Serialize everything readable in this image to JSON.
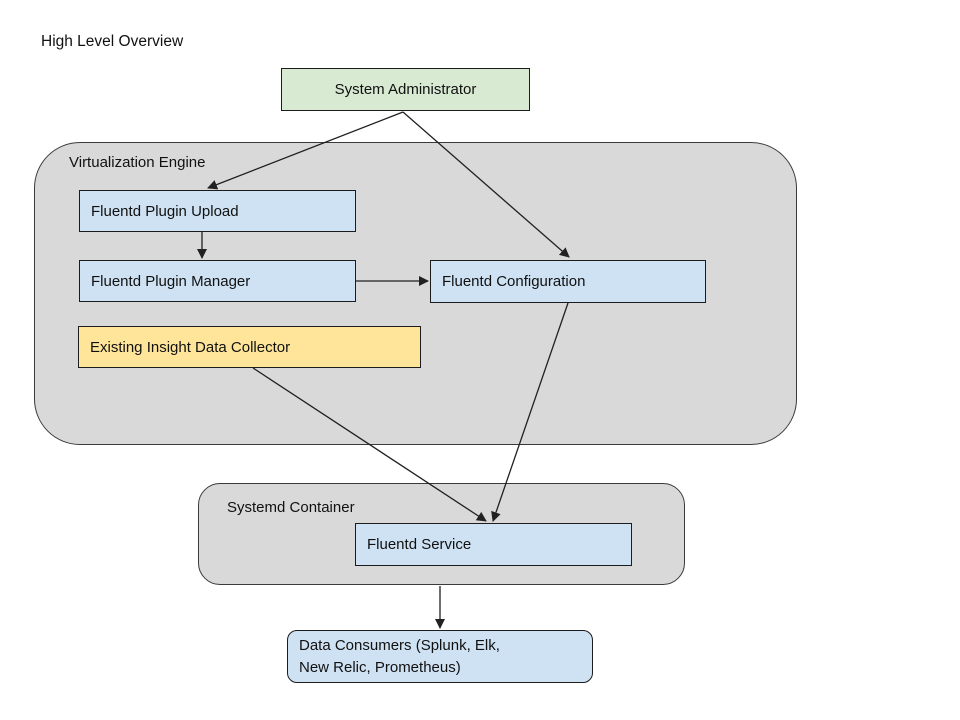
{
  "page": {
    "title": "High Level Overview",
    "background_color": "#ffffff"
  },
  "diagram": {
    "containers": {
      "virtualization_engine": {
        "label": "Virtualization Engine",
        "fill": "#d9d9d9"
      },
      "systemd_container": {
        "label": "Systemd Container",
        "fill": "#d9d9d9"
      }
    },
    "nodes": {
      "system_administrator": {
        "label": "System Administrator",
        "fill": "#d9ead3"
      },
      "fluentd_plugin_upload": {
        "label": "Fluentd Plugin Upload",
        "fill": "#cfe2f3"
      },
      "fluentd_plugin_manager": {
        "label": "Fluentd Plugin Manager",
        "fill": "#cfe2f3"
      },
      "fluentd_configuration": {
        "label": "Fluentd Configuration",
        "fill": "#cfe2f3"
      },
      "existing_insight_data_collector": {
        "label": "Existing Insight Data Collector",
        "fill": "#ffe599"
      },
      "fluentd_service": {
        "label": "Fluentd Service",
        "fill": "#cfe2f3"
      },
      "data_consumers": {
        "lines": [
          "Data Consumers (Splunk, Elk,",
          "New Relic, Prometheus)"
        ],
        "fill": "#cfe2f3"
      }
    },
    "edges": [
      {
        "from": "system_administrator",
        "to": "fluentd_plugin_upload"
      },
      {
        "from": "system_administrator",
        "to": "fluentd_configuration"
      },
      {
        "from": "fluentd_plugin_upload",
        "to": "fluentd_plugin_manager"
      },
      {
        "from": "fluentd_plugin_manager",
        "to": "fluentd_configuration"
      },
      {
        "from": "existing_insight_data_collector",
        "to": "fluentd_service"
      },
      {
        "from": "fluentd_configuration",
        "to": "fluentd_service"
      },
      {
        "from": "systemd_container",
        "to": "data_consumers"
      }
    ]
  }
}
